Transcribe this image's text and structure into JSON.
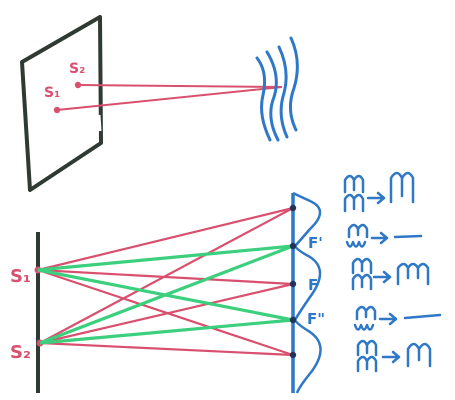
{
  "colors": {
    "ink": "#2f3a33",
    "red": "#d9506f",
    "green": "#3ccf7d",
    "blue": "#2f78c8",
    "background": "#ffffff"
  },
  "top_panel": {
    "slit_labels": [
      "S₁",
      "S₂"
    ]
  },
  "bottom_panel": {
    "source_labels": [
      "S₁",
      "S₂"
    ],
    "fringe_labels": [
      "F'",
      "F",
      "F\""
    ],
    "wave_pair_results": [
      {
        "result": "in-phase",
        "glyph": "M→M (reinforced)"
      },
      {
        "result": "out-of-phase",
        "glyph": "flat line (cancelled)"
      },
      {
        "result": "in-phase",
        "glyph": "M→M (reinforced)"
      },
      {
        "result": "out-of-phase",
        "glyph": "flat line (cancelled)"
      },
      {
        "result": "in-phase",
        "glyph": "M→M (reinforced)"
      }
    ]
  }
}
